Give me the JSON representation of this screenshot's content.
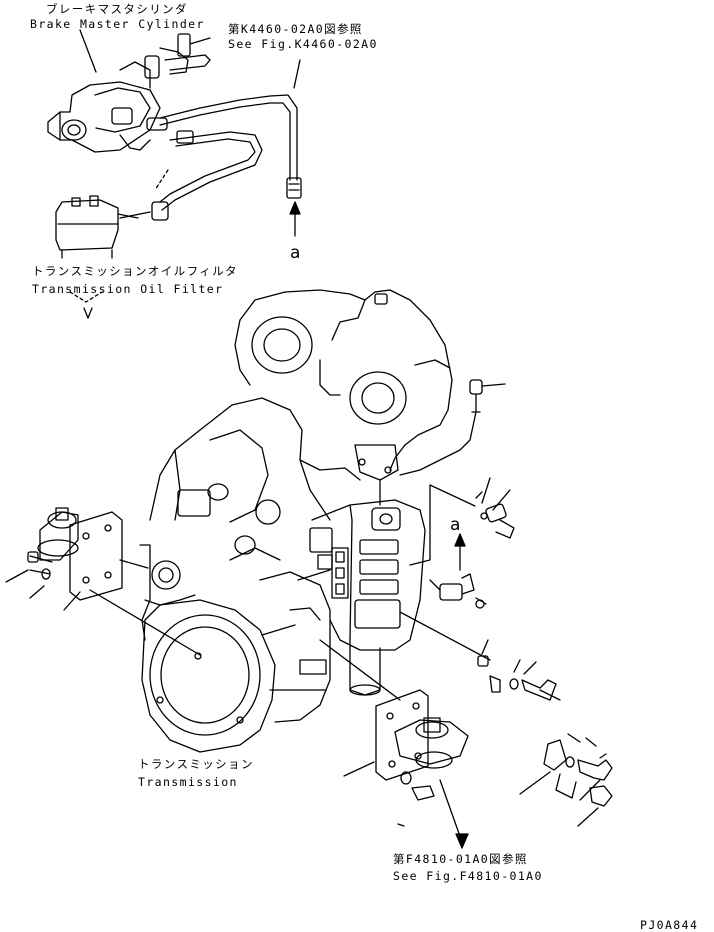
{
  "labels": {
    "brake_master_cylinder_jp": "ブレーキマスタシリンダ",
    "brake_master_cylinder_en": "Brake Master Cylinder",
    "ref_top_jp": "第K4460-02A0図参照",
    "ref_top_en": "See Fig.K4460-02A0",
    "marker_a_top": "a",
    "oil_filter_jp": "トランスミッションオイルフィルタ",
    "oil_filter_en": "Transmission Oil Filter",
    "marker_a_valve": "a",
    "transmission_jp": "トランスミッション",
    "transmission_en": "Transmission",
    "ref_bottom_jp": "第F4810-01A0図参照",
    "ref_bottom_en": "See Fig.F4810-01A0",
    "drawing_code": "PJ0A844"
  }
}
